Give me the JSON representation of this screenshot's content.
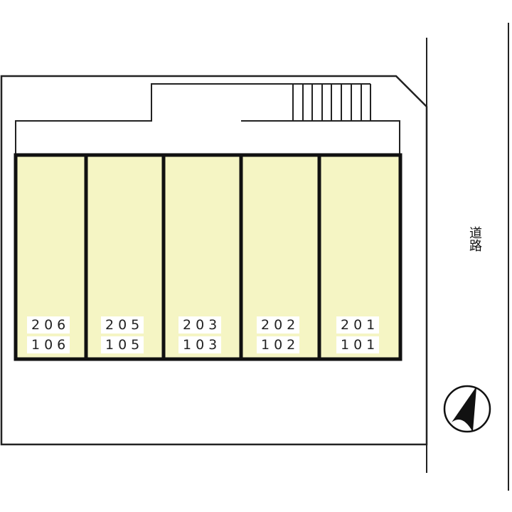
{
  "diagram": {
    "type": "site-plan",
    "colors": {
      "unit_fill": "#f5f5c4",
      "wall": "#111111",
      "line": "#222222",
      "background": "#ffffff"
    },
    "road": {
      "label": "道路"
    },
    "north_arrow": {
      "icon": "north-arrow-icon"
    },
    "units": [
      {
        "upper": "206",
        "lower": "106"
      },
      {
        "upper": "205",
        "lower": "105"
      },
      {
        "upper": "203",
        "lower": "103"
      },
      {
        "upper": "202",
        "lower": "102"
      },
      {
        "upper": "201",
        "lower": "101"
      }
    ]
  }
}
